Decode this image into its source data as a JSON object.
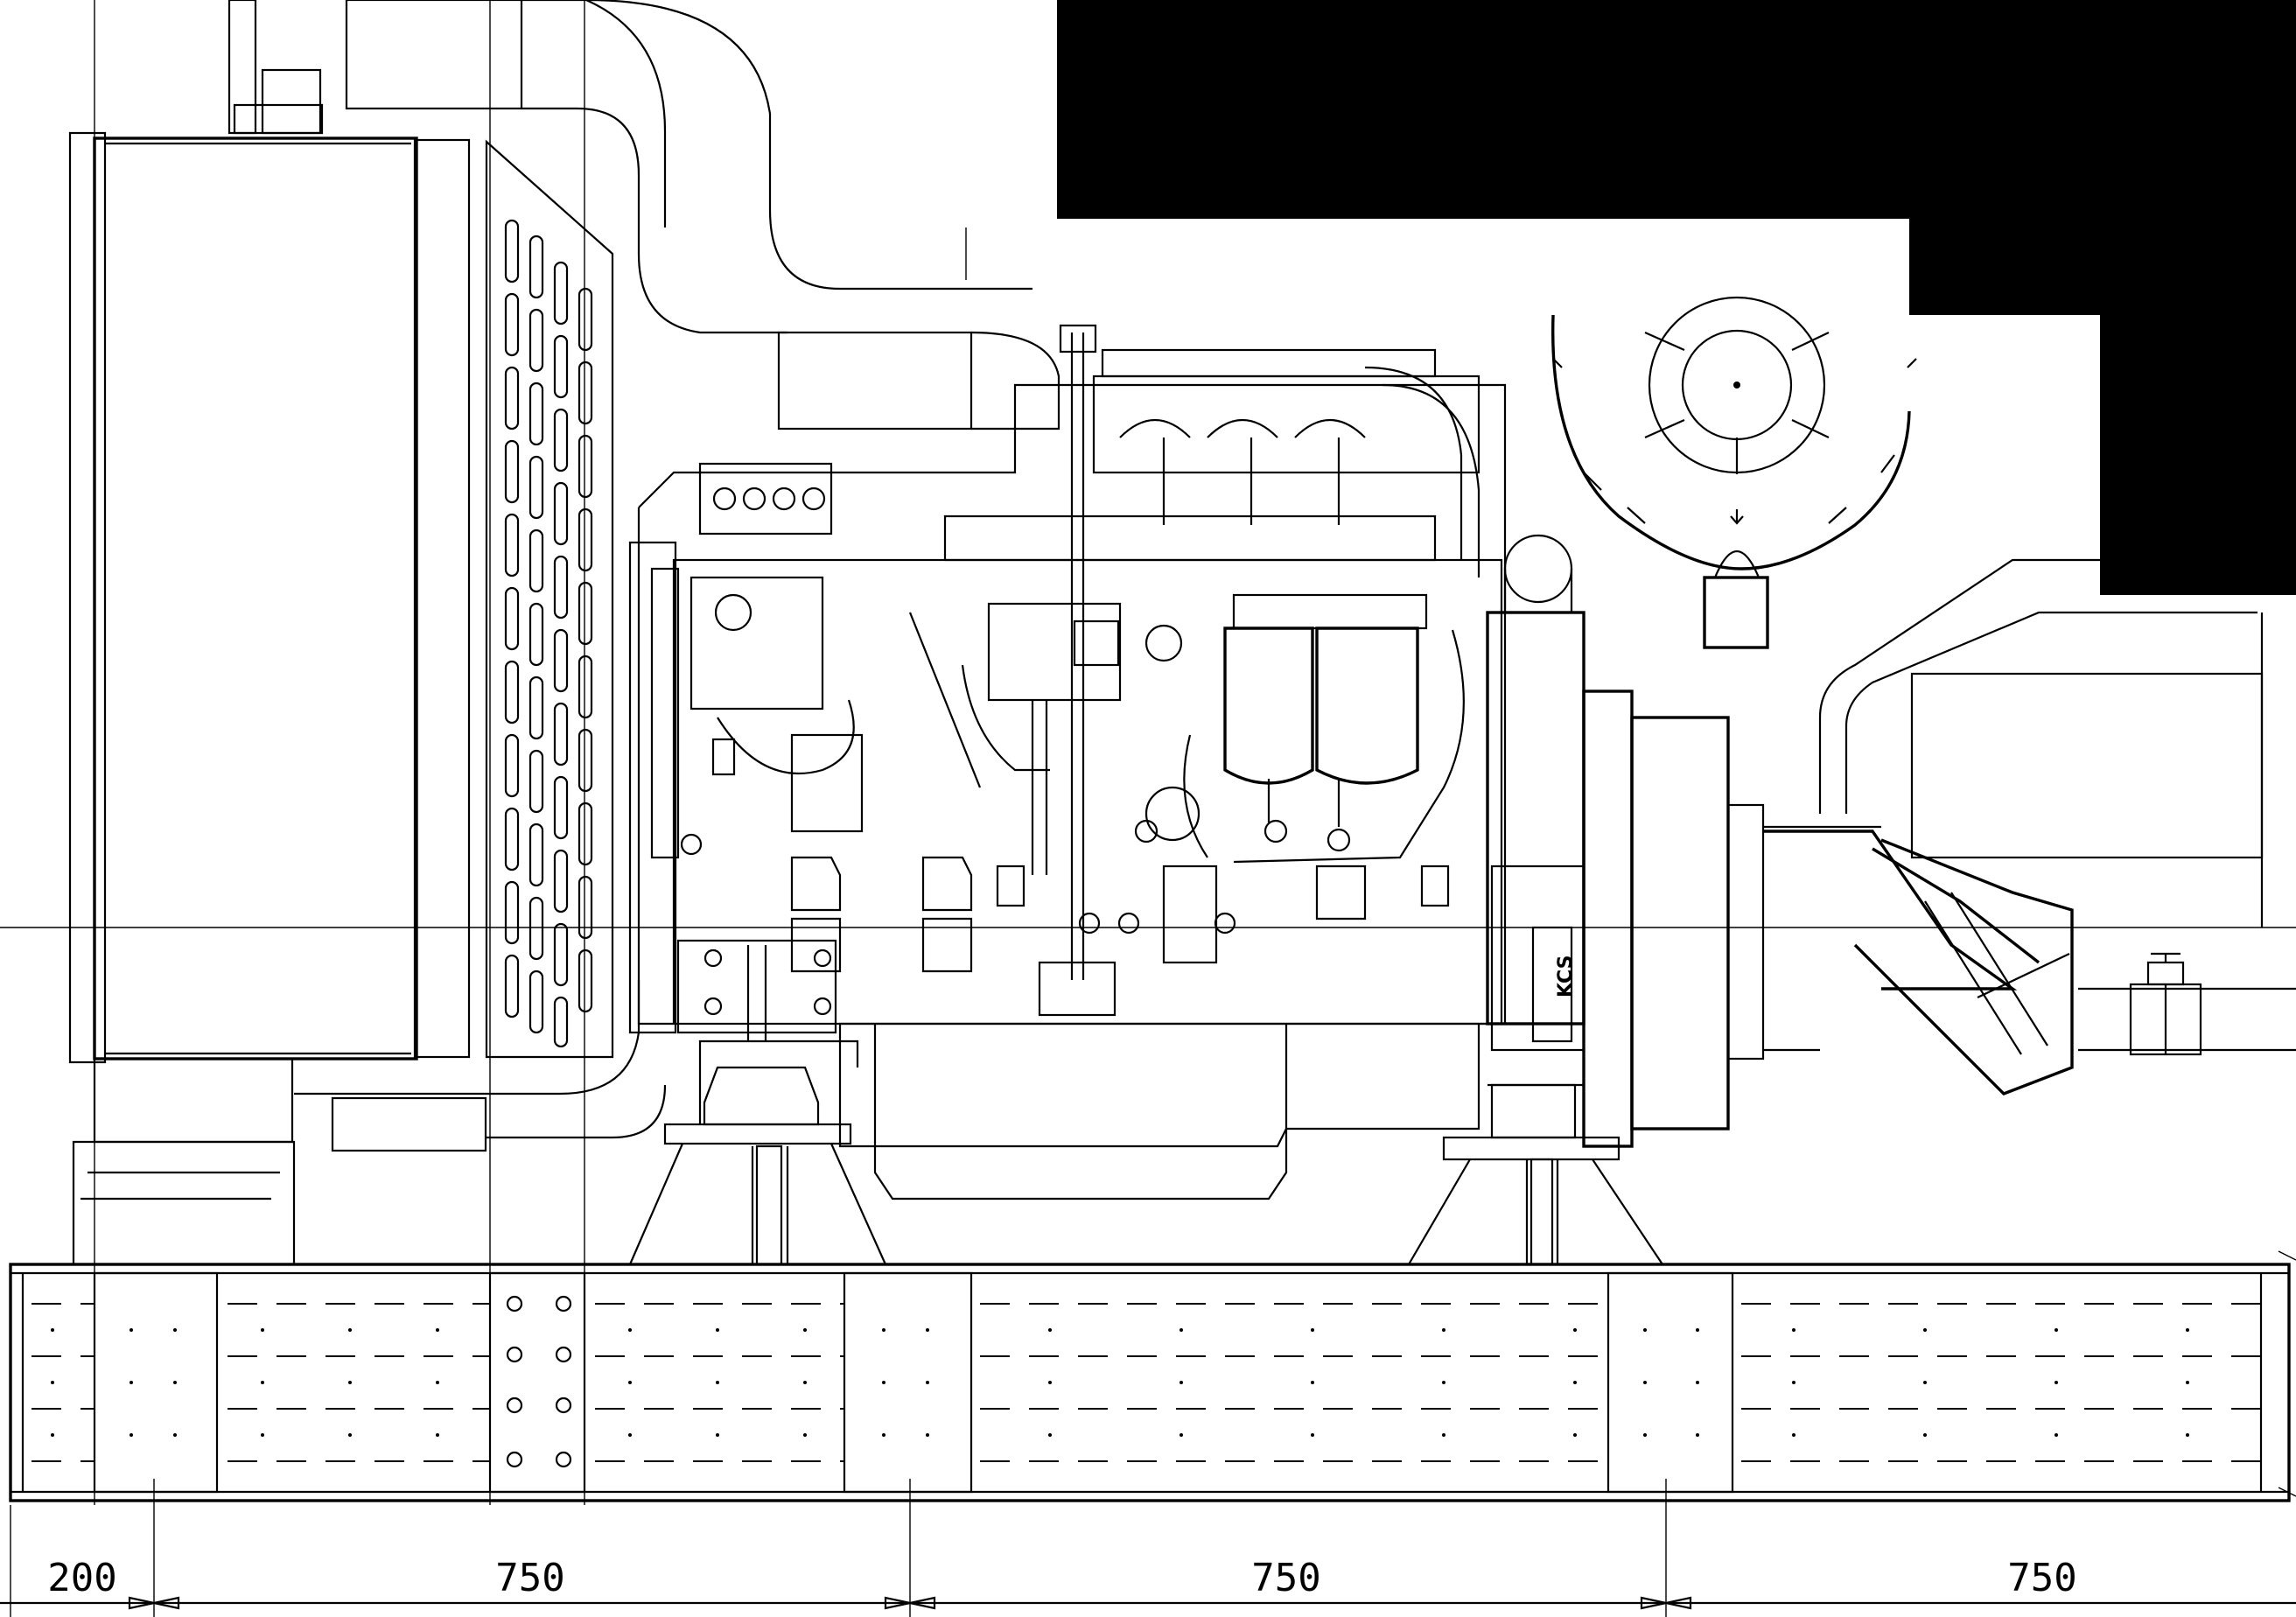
{
  "drawing": {
    "engine_marking": "KCS",
    "redacted_color": "#000000",
    "line_color": "#000000",
    "background_color": "#ffffff"
  },
  "dimensions": {
    "segments": [
      {
        "id": "d1",
        "label": "200",
        "value": 200
      },
      {
        "id": "d2",
        "label": "750",
        "value": 750
      },
      {
        "id": "d3",
        "label": "750",
        "value": 750
      },
      {
        "id": "d4",
        "label": "750",
        "value": 750
      }
    ]
  },
  "icons": {
    "redaction": "redaction-block",
    "valve": "valve-icon",
    "arrow": "down-arrow-icon"
  }
}
